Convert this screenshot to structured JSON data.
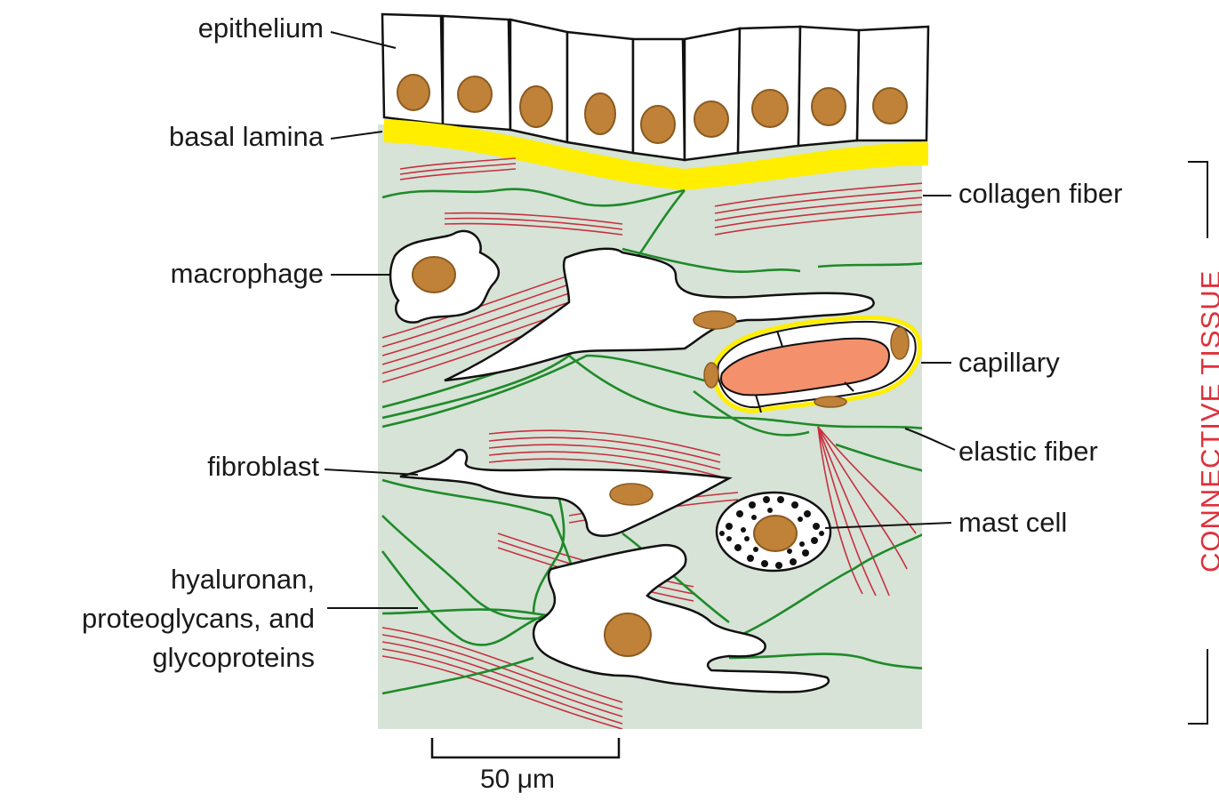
{
  "colors": {
    "matrix": "#d6e3d6",
    "basal_lamina": "#ffee00",
    "collagen": "#c83040",
    "elastic": "#1f8a2a",
    "nucleus": "#c08238",
    "nucleus_edge": "#8a5a20",
    "red_blood_cell": "#f5906c",
    "side_label": "#e0303a"
  },
  "labels": {
    "epithelium": "epithelium",
    "basal_lamina": "basal lamina",
    "macrophage": "macrophage",
    "fibroblast": "fibroblast",
    "matrix_lines": [
      "hyaluronan,",
      "proteoglycans, and",
      "glycoproteins"
    ],
    "collagen_fiber": "collagen fiber",
    "capillary": "capillary",
    "elastic_fiber": "elastic fiber",
    "mast_cell": "mast cell",
    "side_label": "CONNECTIVE TISSUE",
    "scale_bar": "50 μm"
  }
}
